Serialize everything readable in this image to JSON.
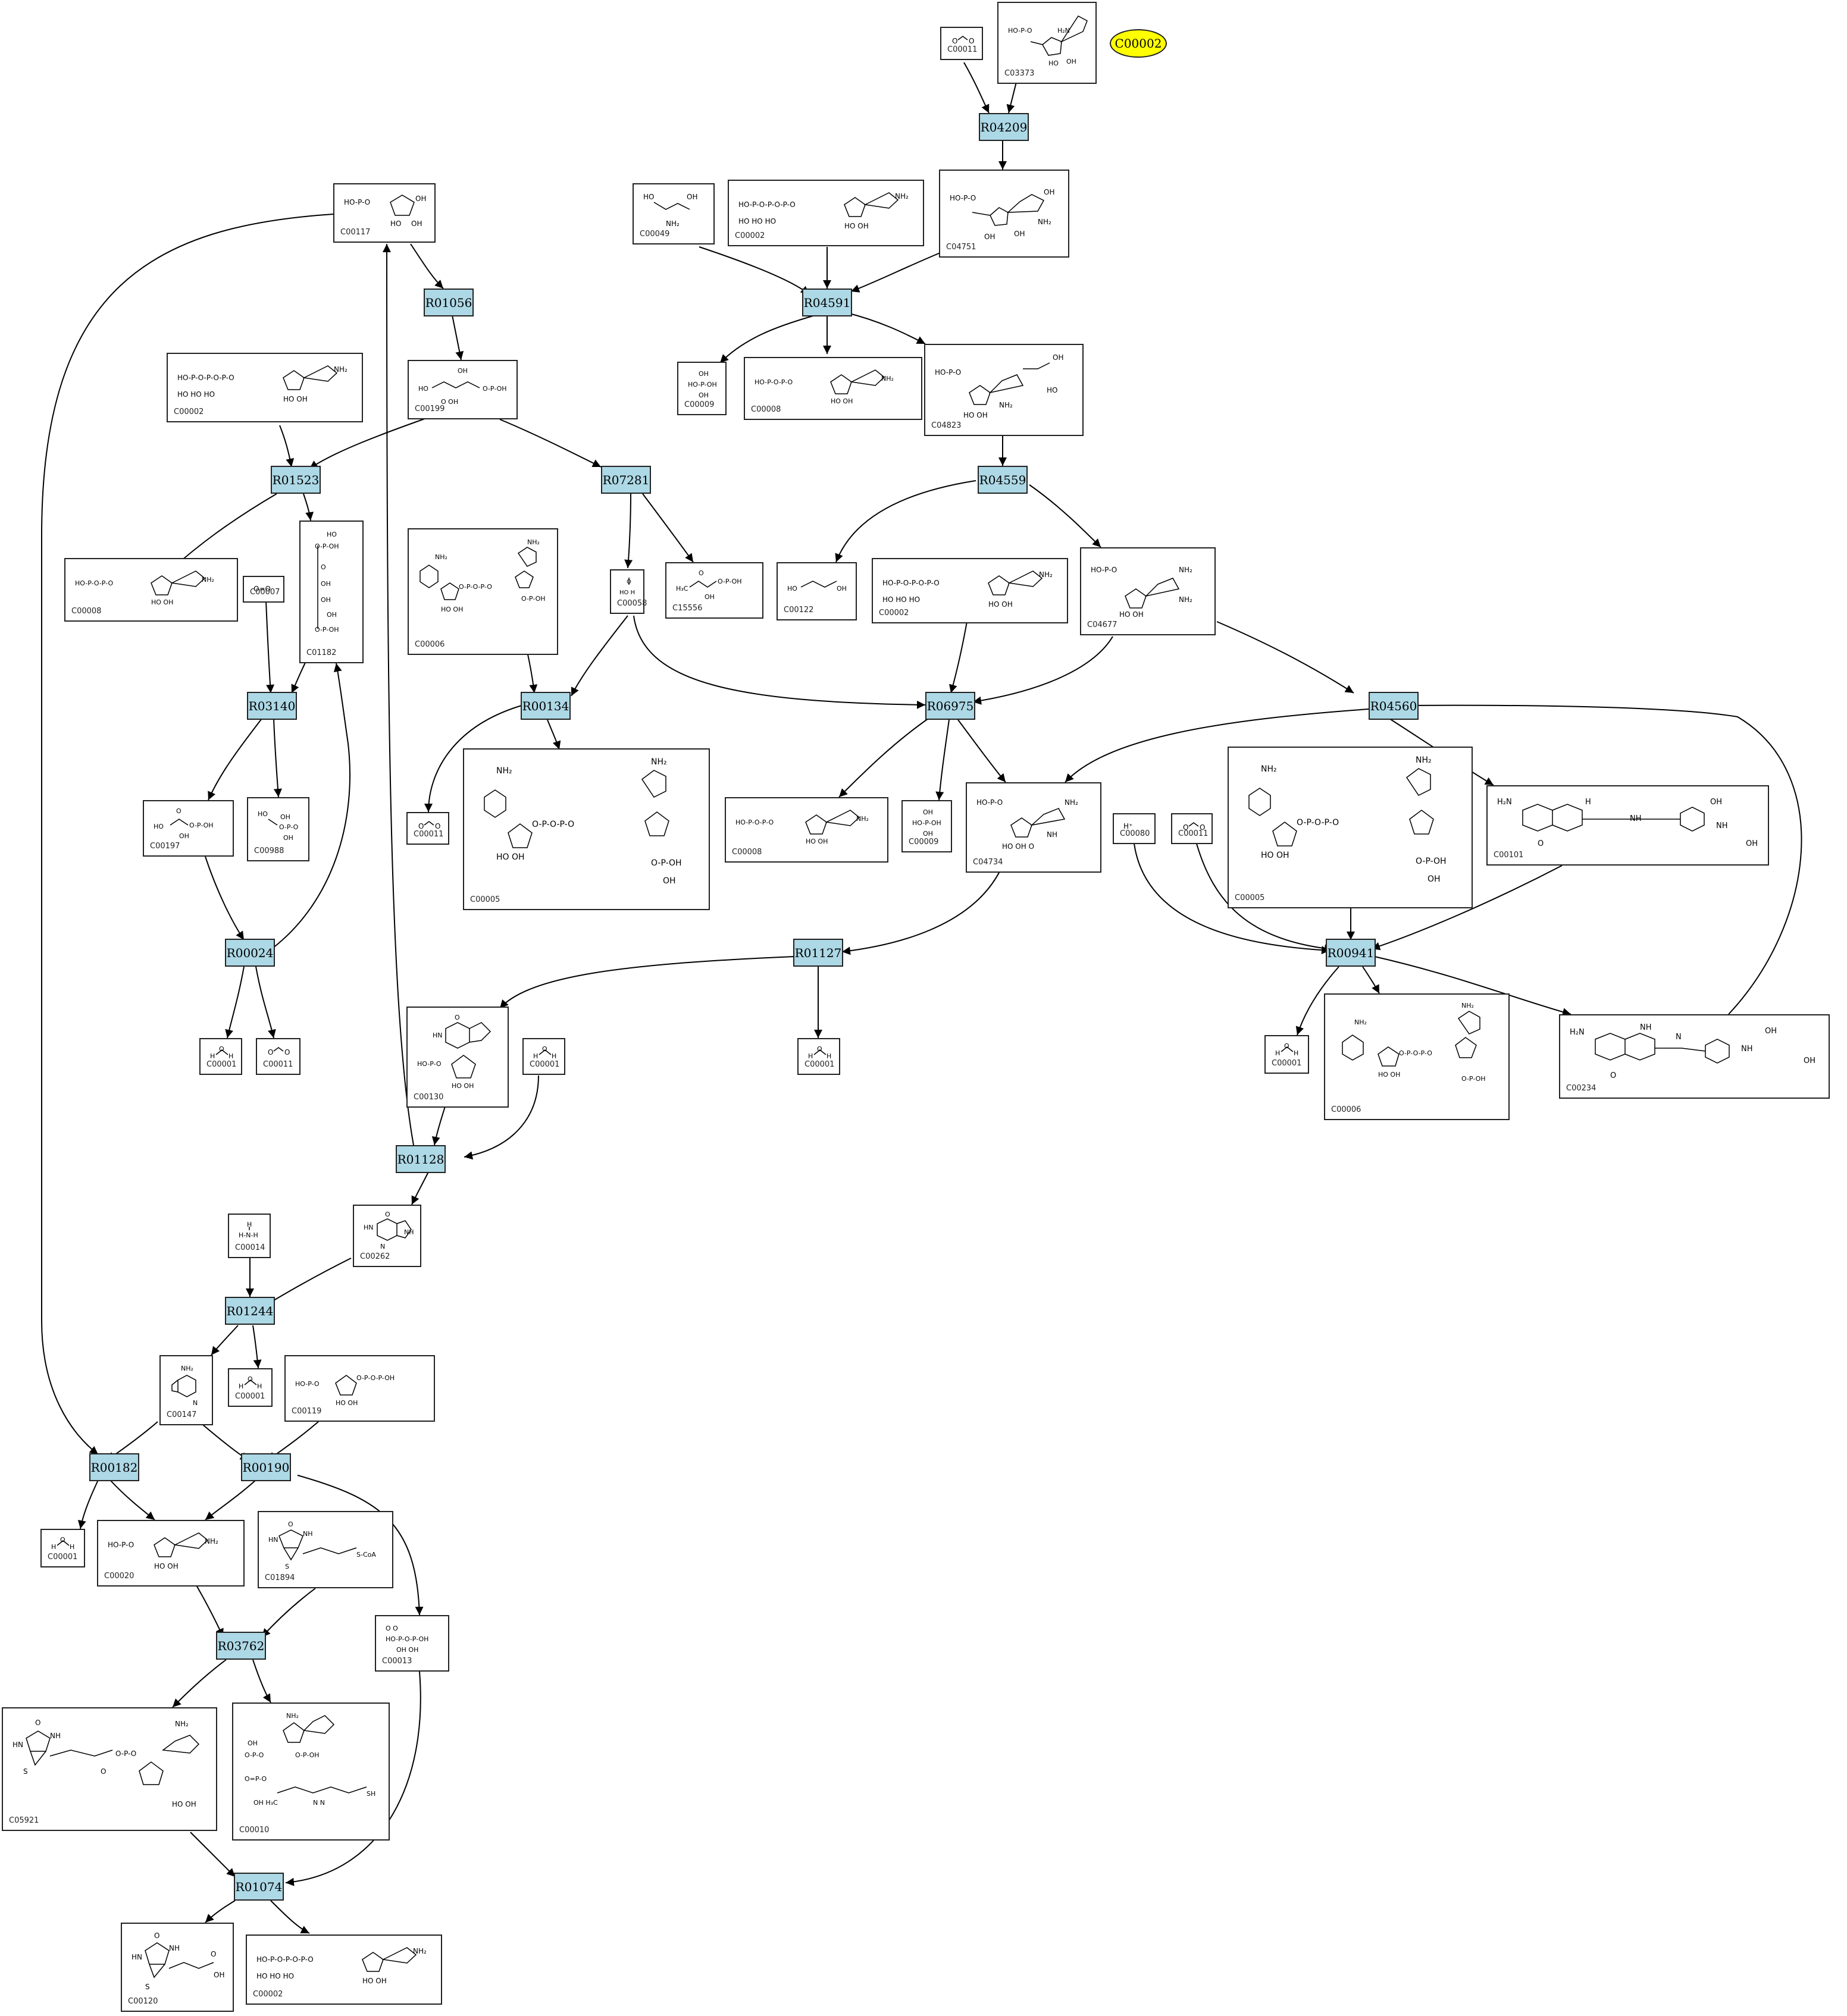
{
  "highlight": {
    "label": "C00002"
  },
  "reactions": [
    {
      "id": "R04209",
      "label": "R04209"
    },
    {
      "id": "R01056",
      "label": "R01056"
    },
    {
      "id": "R04591",
      "label": "R04591"
    },
    {
      "id": "R01523",
      "label": "R01523"
    },
    {
      "id": "R07281",
      "label": "R07281"
    },
    {
      "id": "R04559",
      "label": "R04559"
    },
    {
      "id": "R03140",
      "label": "R03140"
    },
    {
      "id": "R00134",
      "label": "R00134"
    },
    {
      "id": "R06975",
      "label": "R06975"
    },
    {
      "id": "R04560",
      "label": "R04560"
    },
    {
      "id": "R00024",
      "label": "R00024"
    },
    {
      "id": "R01127",
      "label": "R01127"
    },
    {
      "id": "R00941",
      "label": "R00941"
    },
    {
      "id": "R01128",
      "label": "R01128"
    },
    {
      "id": "R01244",
      "label": "R01244"
    },
    {
      "id": "R00182",
      "label": "R00182"
    },
    {
      "id": "R00190",
      "label": "R00190"
    },
    {
      "id": "R03762",
      "label": "R03762"
    },
    {
      "id": "R01074",
      "label": "R01074"
    }
  ],
  "compounds": [
    {
      "id": "c00011_top",
      "label": "C00011",
      "mol": "CO2"
    },
    {
      "id": "c03373",
      "label": "C03373",
      "mol": "AIR"
    },
    {
      "id": "c04751",
      "label": "C04751",
      "mol": "CAIR"
    },
    {
      "id": "c00117",
      "label": "C00117",
      "mol": "Ribose-5P"
    },
    {
      "id": "c00049",
      "label": "C00049",
      "mol": "Asp"
    },
    {
      "id": "c00002_a",
      "label": "C00002",
      "mol": "ATP"
    },
    {
      "id": "c00009_a",
      "label": "C00009",
      "mol": "Pi"
    },
    {
      "id": "c00008_a",
      "label": "C00008",
      "mol": "ADP"
    },
    {
      "id": "c04823",
      "label": "C04823",
      "mol": "SAICAR"
    },
    {
      "id": "c00002_b",
      "label": "C00002",
      "mol": "ATP"
    },
    {
      "id": "c00199",
      "label": "C00199",
      "mol": "Ru5P"
    },
    {
      "id": "c00008_b",
      "label": "C00008",
      "mol": "ADP"
    },
    {
      "id": "c00007",
      "label": "C00007",
      "mol": "O2"
    },
    {
      "id": "c01182",
      "label": "C01182",
      "mol": "RuBP"
    },
    {
      "id": "c00006_a",
      "label": "C00006",
      "mol": "NADP+"
    },
    {
      "id": "c00058",
      "label": "C00058",
      "mol": "Formate"
    },
    {
      "id": "c15556",
      "label": "C15556",
      "mol": "DHAP-like"
    },
    {
      "id": "c00122",
      "label": "C00122",
      "mol": "Fumarate"
    },
    {
      "id": "c00002_c",
      "label": "C00002",
      "mol": "ATP"
    },
    {
      "id": "c04677",
      "label": "C04677",
      "mol": "AICAR"
    },
    {
      "id": "c00197",
      "label": "C00197",
      "mol": "3PG"
    },
    {
      "id": "c00988",
      "label": "C00988",
      "mol": "2-Phosphoglycolate"
    },
    {
      "id": "c00011_b",
      "label": "C00011",
      "mol": "CO2"
    },
    {
      "id": "c00005_a",
      "label": "C00005",
      "mol": "NADPH"
    },
    {
      "id": "c00008_c",
      "label": "C00008",
      "mol": "ADP"
    },
    {
      "id": "c00009_b",
      "label": "C00009",
      "mol": "Pi"
    },
    {
      "id": "c04734",
      "label": "C04734",
      "mol": "FAICAR"
    },
    {
      "id": "c00080",
      "label": "C00080",
      "mol": "H+"
    },
    {
      "id": "c00011_c",
      "label": "C00011",
      "mol": "CO2"
    },
    {
      "id": "c00005_b",
      "label": "C00005",
      "mol": "NADPH"
    },
    {
      "id": "c00101",
      "label": "C00101",
      "mol": "THF"
    },
    {
      "id": "c00001_a",
      "label": "C00001",
      "mol": "H2O"
    },
    {
      "id": "c00011_d",
      "label": "C00011",
      "mol": "CO2"
    },
    {
      "id": "c00130",
      "label": "C00130",
      "mol": "IMP"
    },
    {
      "id": "c00001_b",
      "label": "C00001",
      "mol": "H2O"
    },
    {
      "id": "c00001_c",
      "label": "C00001",
      "mol": "H2O"
    },
    {
      "id": "c00001_d",
      "label": "C00001",
      "mol": "H2O"
    },
    {
      "id": "c00006_b",
      "label": "C00006",
      "mol": "NADP+"
    },
    {
      "id": "c00234",
      "label": "C00234",
      "mol": "10-Formyl-THF"
    },
    {
      "id": "c00262",
      "label": "C00262",
      "mol": "Hypoxanthine"
    },
    {
      "id": "c00014",
      "label": "C00014",
      "mol": "NH3"
    },
    {
      "id": "c00147",
      "label": "C00147",
      "mol": "Adenine"
    },
    {
      "id": "c00001_e",
      "label": "C00001",
      "mol": "H2O"
    },
    {
      "id": "c00119",
      "label": "C00119",
      "mol": "PRPP"
    },
    {
      "id": "c00001_f",
      "label": "C00001",
      "mol": "H2O"
    },
    {
      "id": "c00020",
      "label": "C00020",
      "mol": "AMP"
    },
    {
      "id": "c01894",
      "label": "C01894",
      "mol": "Biotinyl-CoA"
    },
    {
      "id": "c00013",
      "label": "C00013",
      "mol": "PPi"
    },
    {
      "id": "c05921",
      "label": "C05921",
      "mol": "Biotinyl-5'-AMP"
    },
    {
      "id": "c00010",
      "label": "C00010",
      "mol": "CoA"
    },
    {
      "id": "c00120",
      "label": "C00120",
      "mol": "Biotin"
    },
    {
      "id": "c00002_d",
      "label": "C00002",
      "mol": "ATP"
    }
  ]
}
